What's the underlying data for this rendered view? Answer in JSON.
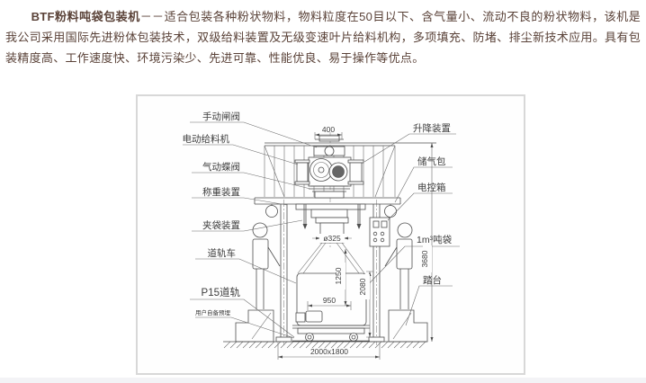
{
  "intro": {
    "title_bold": "BTF粉料吨袋包装机",
    "body": "－－适合包装各种粉状物料，物料粒度在50目以下、含气量小、流动不良的粉状物料，该机是我公司采用国际先进粉体包装技术，双级给料装置及无级变速叶片给料机构，多项填充、防堵、排尘新技术应用。具有包装精度高、工作速度快、环境污染少、先进可靠、性能优良、易于操作等优点。"
  },
  "diagram": {
    "labels": {
      "manual_gate_valve": "手动闸阀",
      "electric_feeder": "电动给料机",
      "pneumatic_butterfly_valve": "气动蝶阀",
      "weighing_device": "称重装置",
      "bag_clamping_device": "夹袋装置",
      "rail_car": "道轨车",
      "p15_rail": "P15道轨",
      "user_prepared_embedment": "用户自备预埋",
      "lifting_device": "升降装置",
      "air_reservoir": "储气包",
      "electric_control_box": "电控箱",
      "ton_bag": "1m³吨袋",
      "step_platform": "踏台"
    },
    "dimensions": {
      "inlet_width": "400",
      "spout_diameter": "ø325",
      "bag_height": "1250",
      "bag_width": "950",
      "right_height": "2080",
      "total_height": "3680",
      "base_footprint": "2000x1800"
    }
  },
  "colors": {
    "intro_text": "#5a4238",
    "drawing_line": "#4e4e4e",
    "frame_border": "#d8d8d8",
    "background": "#ffffff"
  }
}
